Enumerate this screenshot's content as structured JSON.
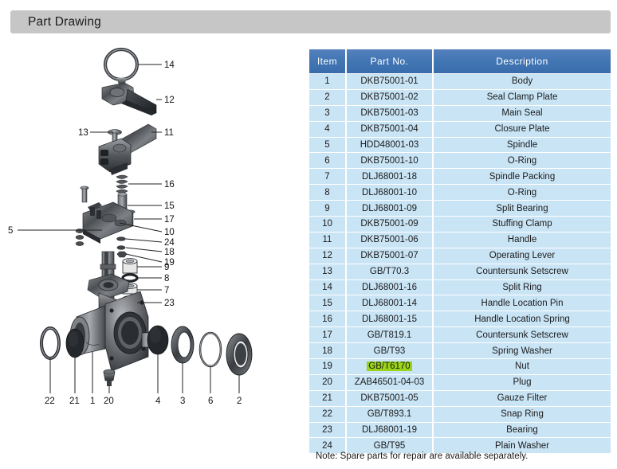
{
  "header": {
    "title": "Part Drawing"
  },
  "drawing": {
    "alt": "Exploded isometric view of a butterfly valve assembly with numbered callouts",
    "callouts_right_top": [
      "14",
      "12",
      "11",
      "16",
      "15",
      "17",
      "10",
      "24",
      "18",
      "19",
      "9",
      "8",
      "7",
      "23"
    ],
    "callouts_left": [
      "13",
      "5"
    ],
    "callouts_bottom": [
      "22",
      "21",
      "1",
      "20",
      "4",
      "3",
      "6",
      "2"
    ]
  },
  "table": {
    "columns": [
      "Item",
      "Part No.",
      "Description"
    ],
    "rows": [
      {
        "item": "1",
        "part_no": "DKB75001-01",
        "description": "Body",
        "highlight": false
      },
      {
        "item": "2",
        "part_no": "DKB75001-02",
        "description": "Seal Clamp Plate",
        "highlight": false
      },
      {
        "item": "3",
        "part_no": "DKB75001-03",
        "description": "Main Seal",
        "highlight": false
      },
      {
        "item": "4",
        "part_no": "DKB75001-04",
        "description": "Closure Plate",
        "highlight": false
      },
      {
        "item": "5",
        "part_no": "HDD48001-03",
        "description": "Spindle",
        "highlight": false
      },
      {
        "item": "6",
        "part_no": "DKB75001-10",
        "description": "O-Ring",
        "highlight": false
      },
      {
        "item": "7",
        "part_no": "DLJ68001-18",
        "description": "Spindle Packing",
        "highlight": false
      },
      {
        "item": "8",
        "part_no": "DLJ68001-10",
        "description": "O-Ring",
        "highlight": false
      },
      {
        "item": "9",
        "part_no": "DLJ68001-09",
        "description": "Split Bearing",
        "highlight": false
      },
      {
        "item": "10",
        "part_no": "DKB75001-09",
        "description": "Stuffing Clamp",
        "highlight": false
      },
      {
        "item": "11",
        "part_no": "DKB75001-06",
        "description": "Handle",
        "highlight": false
      },
      {
        "item": "12",
        "part_no": "DKB75001-07",
        "description": "Operating Lever",
        "highlight": false
      },
      {
        "item": "13",
        "part_no": "GB/T70.3",
        "description": "Countersunk Setscrew",
        "highlight": false
      },
      {
        "item": "14",
        "part_no": "DLJ68001-16",
        "description": "Split Ring",
        "highlight": false
      },
      {
        "item": "15",
        "part_no": "DLJ68001-14",
        "description": "Handle Location Pin",
        "highlight": false
      },
      {
        "item": "16",
        "part_no": "DLJ68001-15",
        "description": "Handle Location Spring",
        "highlight": false
      },
      {
        "item": "17",
        "part_no": "GB/T819.1",
        "description": "Countersunk Setscrew",
        "highlight": false
      },
      {
        "item": "18",
        "part_no": "GB/T93",
        "description": "Spring Washer",
        "highlight": false
      },
      {
        "item": "19",
        "part_no": "GB/T6170",
        "description": "Nut",
        "highlight": true
      },
      {
        "item": "20",
        "part_no": "ZAB46501-04-03",
        "description": "Plug",
        "highlight": false
      },
      {
        "item": "21",
        "part_no": "DKB75001-05",
        "description": "Gauze Filter",
        "highlight": false
      },
      {
        "item": "22",
        "part_no": "GB/T893.1",
        "description": "Snap Ring",
        "highlight": false
      },
      {
        "item": "23",
        "part_no": "DLJ68001-19",
        "description": "Bearing",
        "highlight": false
      },
      {
        "item": "24",
        "part_no": "GB/T95",
        "description": "Plain Washer",
        "highlight": false
      }
    ],
    "note": "Note: Spare parts for repair are available separately."
  },
  "colors": {
    "title_bar": "#c6c6c6",
    "table_header": "#4377b4",
    "table_row": "#c9e4f5",
    "highlight": "#9ad417",
    "page_background": "#ffffff"
  }
}
